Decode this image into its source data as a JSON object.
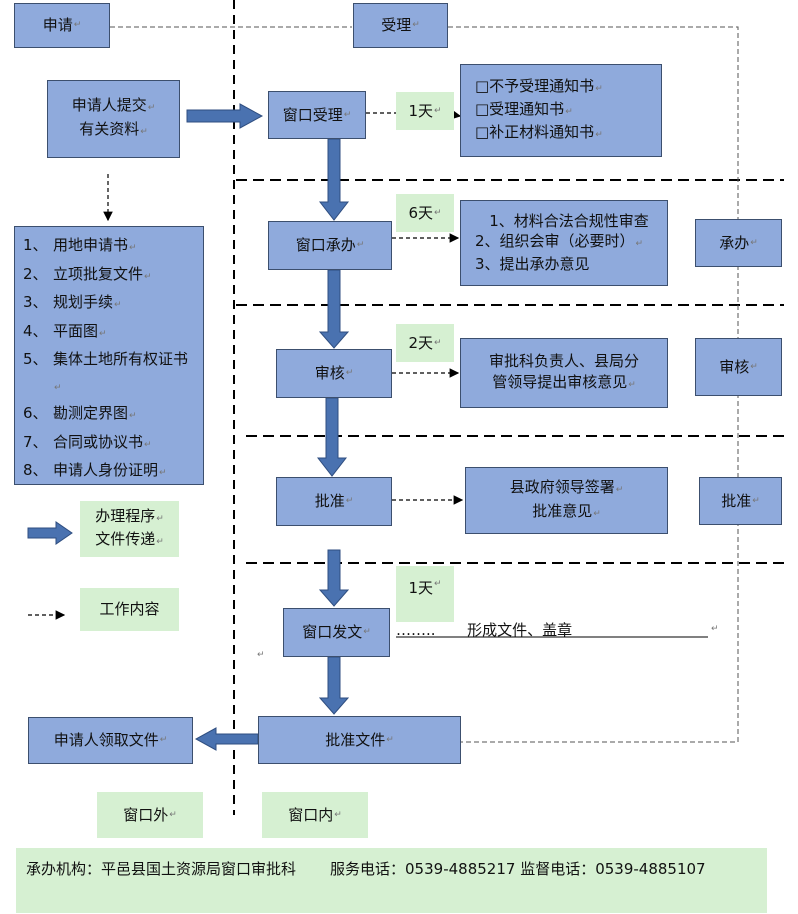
{
  "header": {
    "apply": "申请",
    "accept": "受理"
  },
  "applicant_submit": [
    "申请人提交",
    "有关资料"
  ],
  "steps": {
    "window_accept": "窗口受理",
    "window_handle": "窗口承办",
    "review": "审核",
    "approve": "批准",
    "window_issue": "窗口发文",
    "approval_doc": "批准文件",
    "pickup": "申请人领取文件"
  },
  "durations": {
    "accept": "1天",
    "handle": "6天",
    "review": "2天",
    "issue": "1天"
  },
  "notices": [
    "□不予受理通知书",
    "□受理通知书",
    "□补正材料通知书"
  ],
  "handle_content": {
    "line1": "1、材料合法合规性审查",
    "line2": "2、组织会审（必要时）",
    "line3": "3、提出承办意见"
  },
  "review_content": [
    "审批科负责人、县局分",
    "管领导提出审核意见"
  ],
  "approve_content": [
    "县政府领导签署",
    "批准意见"
  ],
  "issue_content": {
    "dots": "……..",
    "text": "形成文件、盖章"
  },
  "right_labels": {
    "handle": "承办",
    "review": "审核",
    "approve": "批准"
  },
  "documents": [
    {
      "num": "1、",
      "text": "用地申请书"
    },
    {
      "num": "2、",
      "text": "立项批复文件"
    },
    {
      "num": "3、",
      "text": "规划手续"
    },
    {
      "num": "4、",
      "text": "平面图"
    },
    {
      "num": "5、",
      "text": "集体土地所有权证书"
    },
    {
      "num": "6、",
      "text": "勘测定界图"
    },
    {
      "num": "7、",
      "text": "合同或协议书"
    },
    {
      "num": "8、",
      "text": "申请人身份证明"
    }
  ],
  "legend": {
    "solid": [
      "办理程序",
      "文件传递"
    ],
    "dashed": "工作内容"
  },
  "zones": {
    "outside": "窗口外",
    "inside": "窗口内"
  },
  "footer": {
    "org": "承办机构：平邑县国土资源局窗口审批科",
    "phone": "服务电话：0539-4885217",
    "supervise": "监督电话：0539-4885107"
  },
  "colors": {
    "box": "#8faadc",
    "label_bg": "#d6f0d2",
    "arrow": "#4a72b0"
  }
}
